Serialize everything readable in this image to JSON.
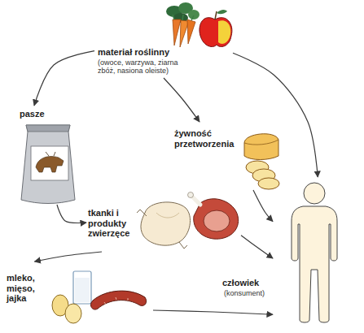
{
  "diagram": {
    "nodes": [
      {
        "text": [
          "materiał roślinny",
          "(owoce, warzywa, ziarna zbóż, nasiona oleiste)"
        ]
      },
      {
        "text": [
          "pasze"
        ]
      },
      {
        "text": [
          "żywność przetworzenia"
        ]
      },
      {
        "text": [
          "tkanki i produkty zwierzęce"
        ]
      },
      {
        "text": [
          "mleko, mięso, jajka"
        ]
      },
      {
        "text": [
          "człowiek",
          "(konsument)"
        ]
      }
    ],
    "edges": [
      {
        "from": 0,
        "to": 1,
        "arrow": "to"
      },
      {
        "from": 0,
        "to": 2,
        "arrow": "to"
      },
      {
        "from": 0,
        "to": 5,
        "arrow": "to"
      },
      {
        "from": 1,
        "to": 3,
        "arrow": "to"
      },
      {
        "from": 2,
        "to": 5,
        "arrow": "to"
      },
      {
        "from": 3,
        "to": 5,
        "arrow": "to"
      },
      {
        "from": 3,
        "to": 4,
        "arrow": "to"
      },
      {
        "from": 4,
        "to": 5,
        "arrow": "to"
      }
    ]
  }
}
